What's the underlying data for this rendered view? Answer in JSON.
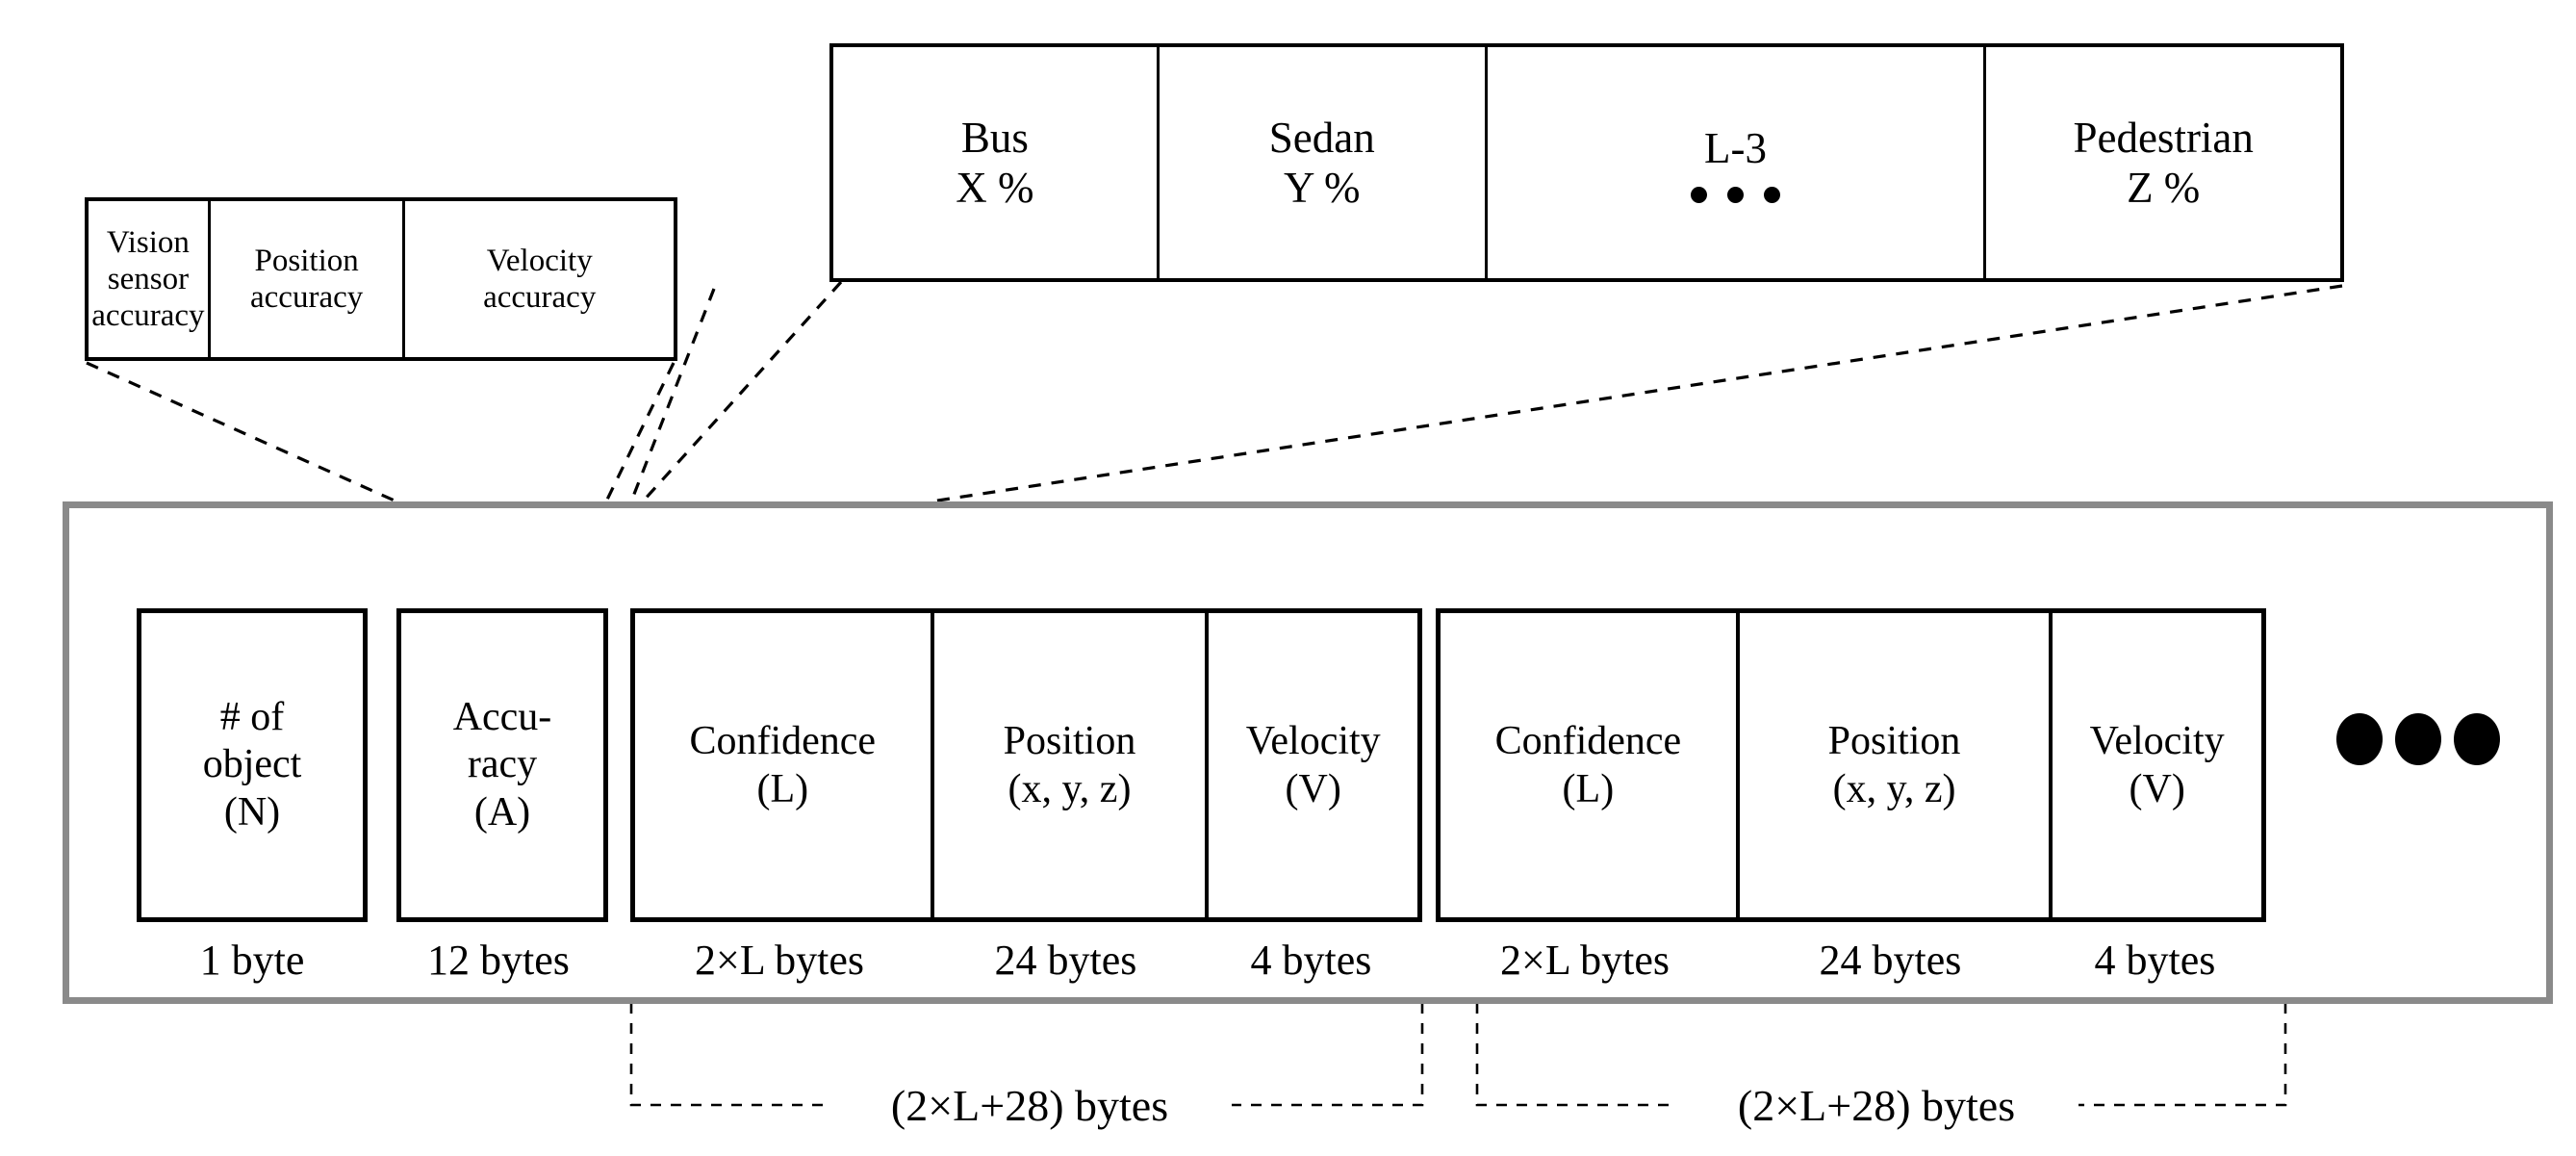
{
  "classification_strip": {
    "name": "object-classification-confidence-vector",
    "cells": [
      {
        "label": "Bus",
        "value": "X %"
      },
      {
        "label": "Sedan",
        "value": "Y %"
      },
      {
        "label": "L-3",
        "value": "",
        "dots": true
      },
      {
        "label": "Pedestrian",
        "value": "Z %"
      }
    ]
  },
  "accuracy_strip": {
    "name": "accuracy-field-breakdown",
    "cells": [
      {
        "lines": [
          "Vision",
          "sensor",
          "accuracy"
        ]
      },
      {
        "lines": [
          "Position",
          "accuracy"
        ]
      },
      {
        "lines": [
          "Velocity",
          "accuracy"
        ]
      }
    ]
  },
  "packet": {
    "name": "sensor-data-packet",
    "header_fields": [
      {
        "lines": [
          "# of",
          "object",
          "(N)"
        ],
        "size": "1 byte"
      },
      {
        "lines": [
          "Accu-",
          "racy",
          "(A)"
        ],
        "size": "12 bytes"
      }
    ],
    "object_records": [
      {
        "brace_label": "(2×L+28) bytes",
        "fields": [
          {
            "lines": [
              "Confidence",
              "(L)"
            ],
            "size": "2×L bytes"
          },
          {
            "lines": [
              "Position",
              "(x, y, z)"
            ],
            "size": "24 bytes"
          },
          {
            "lines": [
              "Velocity",
              "(V)"
            ],
            "size": "4 bytes"
          }
        ]
      },
      {
        "brace_label": "(2×L+28) bytes",
        "fields": [
          {
            "lines": [
              "Confidence",
              "(L)"
            ],
            "size": "2×L bytes"
          },
          {
            "lines": [
              "Position",
              "(x, y, z)"
            ],
            "size": "24 bytes"
          },
          {
            "lines": [
              "Velocity",
              "(V)"
            ],
            "size": "4 bytes"
          }
        ]
      }
    ],
    "continuation": "●●●"
  },
  "colors": {
    "frame": "#8a8a8a",
    "stroke": "#000000",
    "background": "#ffffff"
  }
}
